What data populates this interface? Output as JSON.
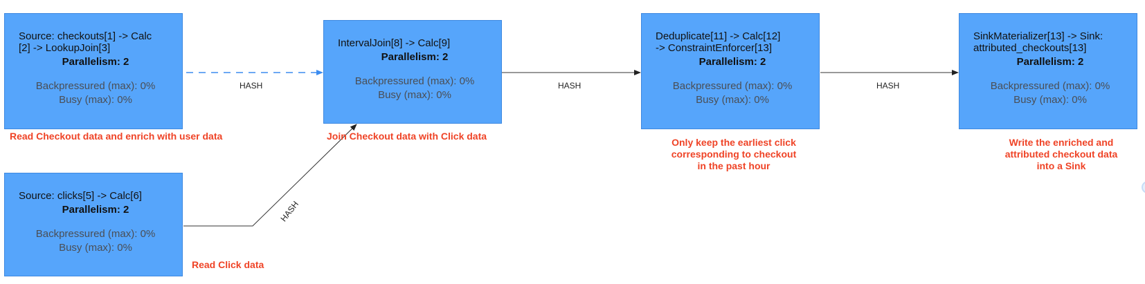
{
  "nodes": [
    {
      "title": "Source: checkouts[1] -> Calc\n[2] -> LookupJoin[3]",
      "parallelism": "Parallelism: 2",
      "backpressured": "Backpressured (max): 0%",
      "busy": "Busy (max): 0%"
    },
    {
      "title": "Source: clicks[5] -> Calc[6]",
      "parallelism": "Parallelism: 2",
      "backpressured": "Backpressured (max): 0%",
      "busy": "Busy (max): 0%"
    },
    {
      "title": "IntervalJoin[8] -> Calc[9]",
      "parallelism": "Parallelism: 2",
      "backpressured": "Backpressured (max): 0%",
      "busy": "Busy (max): 0%"
    },
    {
      "title": "Deduplicate[11] -> Calc[12]\n-> ConstraintEnforcer[13]",
      "parallelism": "Parallelism: 2",
      "backpressured": "Backpressured (max): 0%",
      "busy": "Busy (max): 0%"
    },
    {
      "title": "SinkMaterializer[13] -> Sink:\nattributed_checkouts[13]",
      "parallelism": "Parallelism: 2",
      "backpressured": "Backpressured (max): 0%",
      "busy": "Busy (max): 0%"
    }
  ],
  "edges": [
    {
      "label": "HASH",
      "style": "dashed",
      "color": "#3b8cf0"
    },
    {
      "label": "HASH",
      "style": "solid",
      "color": "#333333"
    },
    {
      "label": "HASH",
      "style": "solid",
      "color": "#333333"
    },
    {
      "label": "HASH",
      "style": "solid",
      "color": "#333333"
    }
  ],
  "annotations": [
    "Read Checkout data and enrich with user data",
    "Read Click data",
    "Join Checkout data with Click data",
    "Only keep the earliest click\ncorresponding to checkout\nin the past hour",
    "Write the enriched and\nattributed checkout data\ninto a Sink"
  ],
  "colors": {
    "node_fill": "#56a5fb",
    "node_border": "#3d88e0",
    "annotation": "#ef4326",
    "metric_text": "#4a4e55"
  }
}
